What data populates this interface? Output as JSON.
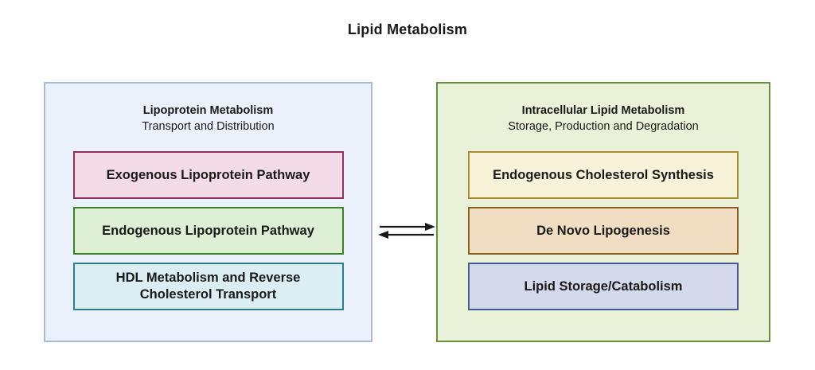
{
  "title": "Lipid Metabolism",
  "text_color": "#1a1a1a",
  "arrow_color": "#1a1a1a",
  "left_panel": {
    "heading": "Lipoprotein Metabolism",
    "subheading": "Transport and Distribution",
    "bg": "#eaf1fa",
    "border": "#a9bad8",
    "boxes": [
      {
        "label": "Exogenous Lipoprotein Pathway",
        "bg": "#f3dce8",
        "border": "#90305e"
      },
      {
        "label": "Endogenous Lipoprotein Pathway",
        "bg": "#ddefd5",
        "border": "#3c8128"
      },
      {
        "label": "HDL Metabolism and Reverse Cholesterol Transport",
        "bg": "#daeef4",
        "border": "#2b7c8e"
      }
    ]
  },
  "right_panel": {
    "heading": "Intracellular Lipid Metabolism",
    "subheading": "Storage, Production and Degradation",
    "bg": "#e9f1d9",
    "border": "#6b8f41",
    "boxes": [
      {
        "label": "Endogenous Cholesterol Synthesis",
        "bg": "#f6f3d8",
        "border": "#a98c33"
      },
      {
        "label": "De Novo Lipogenesis",
        "bg": "#f1ddc2",
        "border": "#8d5d20"
      },
      {
        "label": "Lipid Storage/Catabolism",
        "bg": "#d4d9eb",
        "border": "#475a90"
      }
    ]
  }
}
